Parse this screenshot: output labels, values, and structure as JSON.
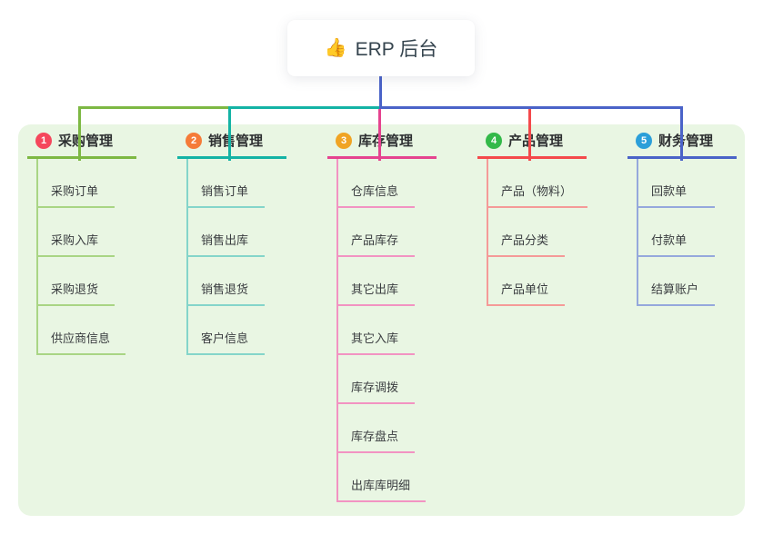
{
  "root": {
    "icon": "👍",
    "title": "ERP 后台"
  },
  "colors": {
    "panel_bg": "#e9f6e3",
    "stem": "#4a63c8",
    "branch_1": {
      "line": "#7db843",
      "line_light": "#a9d584",
      "badge": "#f5475c"
    },
    "branch_2": {
      "line": "#14b3a5",
      "line_light": "#84d5ca",
      "badge": "#f57b38"
    },
    "branch_3": {
      "line": "#e5438f",
      "line_light": "#f293c2",
      "badge": "#f0a424"
    },
    "branch_4": {
      "line": "#f4494b",
      "line_light": "#f59a98",
      "badge": "#33b949"
    },
    "branch_5": {
      "line": "#4a63c8",
      "line_light": "#95a8dc",
      "badge": "#2b9fd9"
    }
  },
  "branches": [
    {
      "badge": "1",
      "label": "采购管理",
      "children": [
        "采购订单",
        "采购入库",
        "采购退货",
        "供应商信息"
      ]
    },
    {
      "badge": "2",
      "label": "销售管理",
      "children": [
        "销售订单",
        "销售出库",
        "销售退货",
        "客户信息"
      ]
    },
    {
      "badge": "3",
      "label": "库存管理",
      "children": [
        "仓库信息",
        "产品库存",
        "其它出库",
        "其它入库",
        "库存调拨",
        "库存盘点",
        "出库库明细"
      ]
    },
    {
      "badge": "4",
      "label": "产品管理",
      "children": [
        "产品（物料）",
        "产品分类",
        "产品单位"
      ]
    },
    {
      "badge": "5",
      "label": "财务管理",
      "children": [
        "回款单",
        "付款单",
        "结算账户"
      ]
    }
  ]
}
